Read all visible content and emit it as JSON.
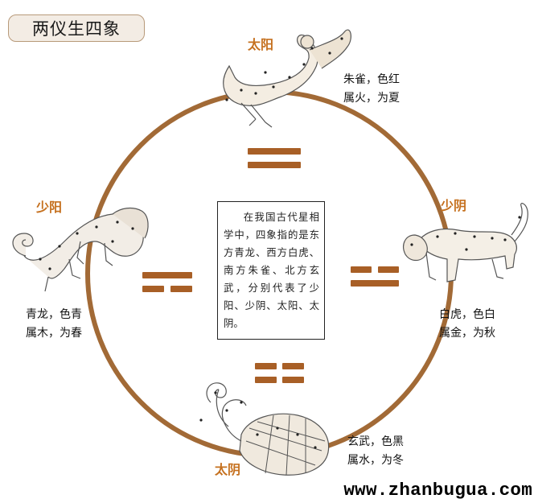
{
  "title": "两仪生四象",
  "symbols": {
    "top": {
      "name": "太阳",
      "caption_line1": "朱雀，色红",
      "caption_line2": "属火，为夏",
      "creature_icon": "vermilion-bird-icon"
    },
    "left": {
      "name": "少阳",
      "caption_line1": "青龙，色青",
      "caption_line2": "属木，为春",
      "creature_icon": "azure-dragon-icon"
    },
    "right": {
      "name": "少阴",
      "caption_line1": "白虎，色白",
      "caption_line2": "属金，为秋",
      "creature_icon": "white-tiger-icon"
    },
    "bottom": {
      "name": "太阴",
      "caption_line1": "玄武，色黑",
      "caption_line2": "属水，为冬",
      "creature_icon": "black-tortoise-icon"
    }
  },
  "center_text": "在我国古代星相学中，四象指的是东方青龙、西方白虎、南方朱雀、北方玄武，分别代表了少阳、少阴、太阳、太阴。",
  "watermark": "www.zhanbugua.com",
  "colors": {
    "circle": "#a26a36",
    "trigram": "#a85f26",
    "label": "#c5701e",
    "title_bg": "#f3ece4",
    "title_border": "#b89a7a"
  }
}
